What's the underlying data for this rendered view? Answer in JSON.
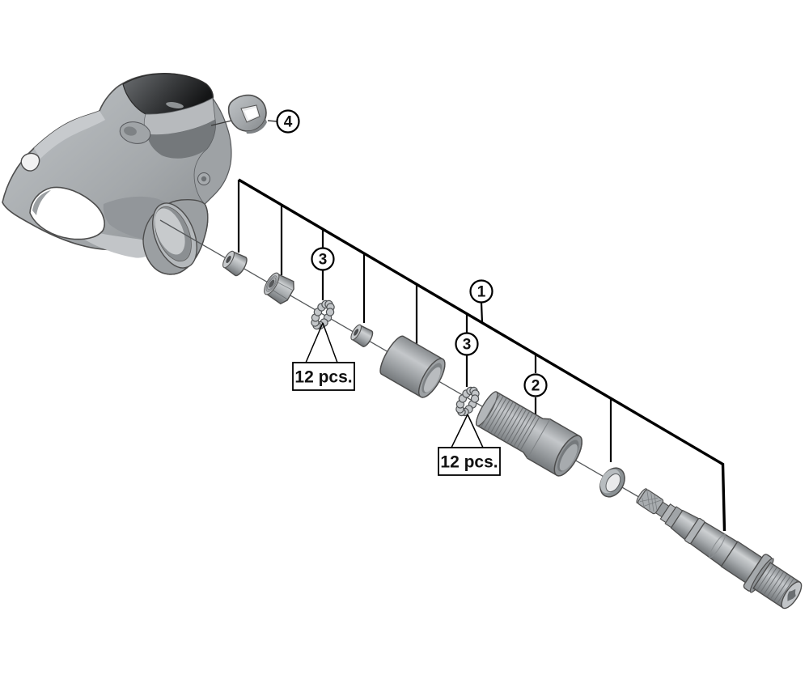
{
  "figure": {
    "kind": "exploded-parts-diagram",
    "subject": "clipless road bicycle pedal with axle assembly",
    "background_color": "#ffffff",
    "outline_color": "#000000",
    "metal_light": "#c9cccf",
    "metal_mid": "#a2a6a9",
    "metal_dark": "#6f7376",
    "callouts": [
      {
        "label": "1",
        "part": "pedal-axle-assembly-bracket"
      },
      {
        "label": "2",
        "part": "adapter-sleeve"
      },
      {
        "label": "3",
        "part": "steel-ball-retainer-upper"
      },
      {
        "label": "3",
        "part": "steel-ball-retainer-lower"
      },
      {
        "label": "4",
        "part": "pedal-plate"
      }
    ],
    "quantity_boxes": [
      {
        "text": "12 pcs.",
        "attached_to": "steel-ball-retainer-upper"
      },
      {
        "text": "12 pcs.",
        "attached_to": "steel-ball-retainer-lower"
      }
    ],
    "parts": [
      "pedal-body",
      "pedal-plate",
      "cone-nut",
      "lock-nut",
      "steel-ball-retainer",
      "bearing-cone",
      "bearing-cup-sleeve",
      "steel-ball-retainer",
      "adapter-sleeve",
      "seal-ring",
      "pedal-axle"
    ]
  }
}
